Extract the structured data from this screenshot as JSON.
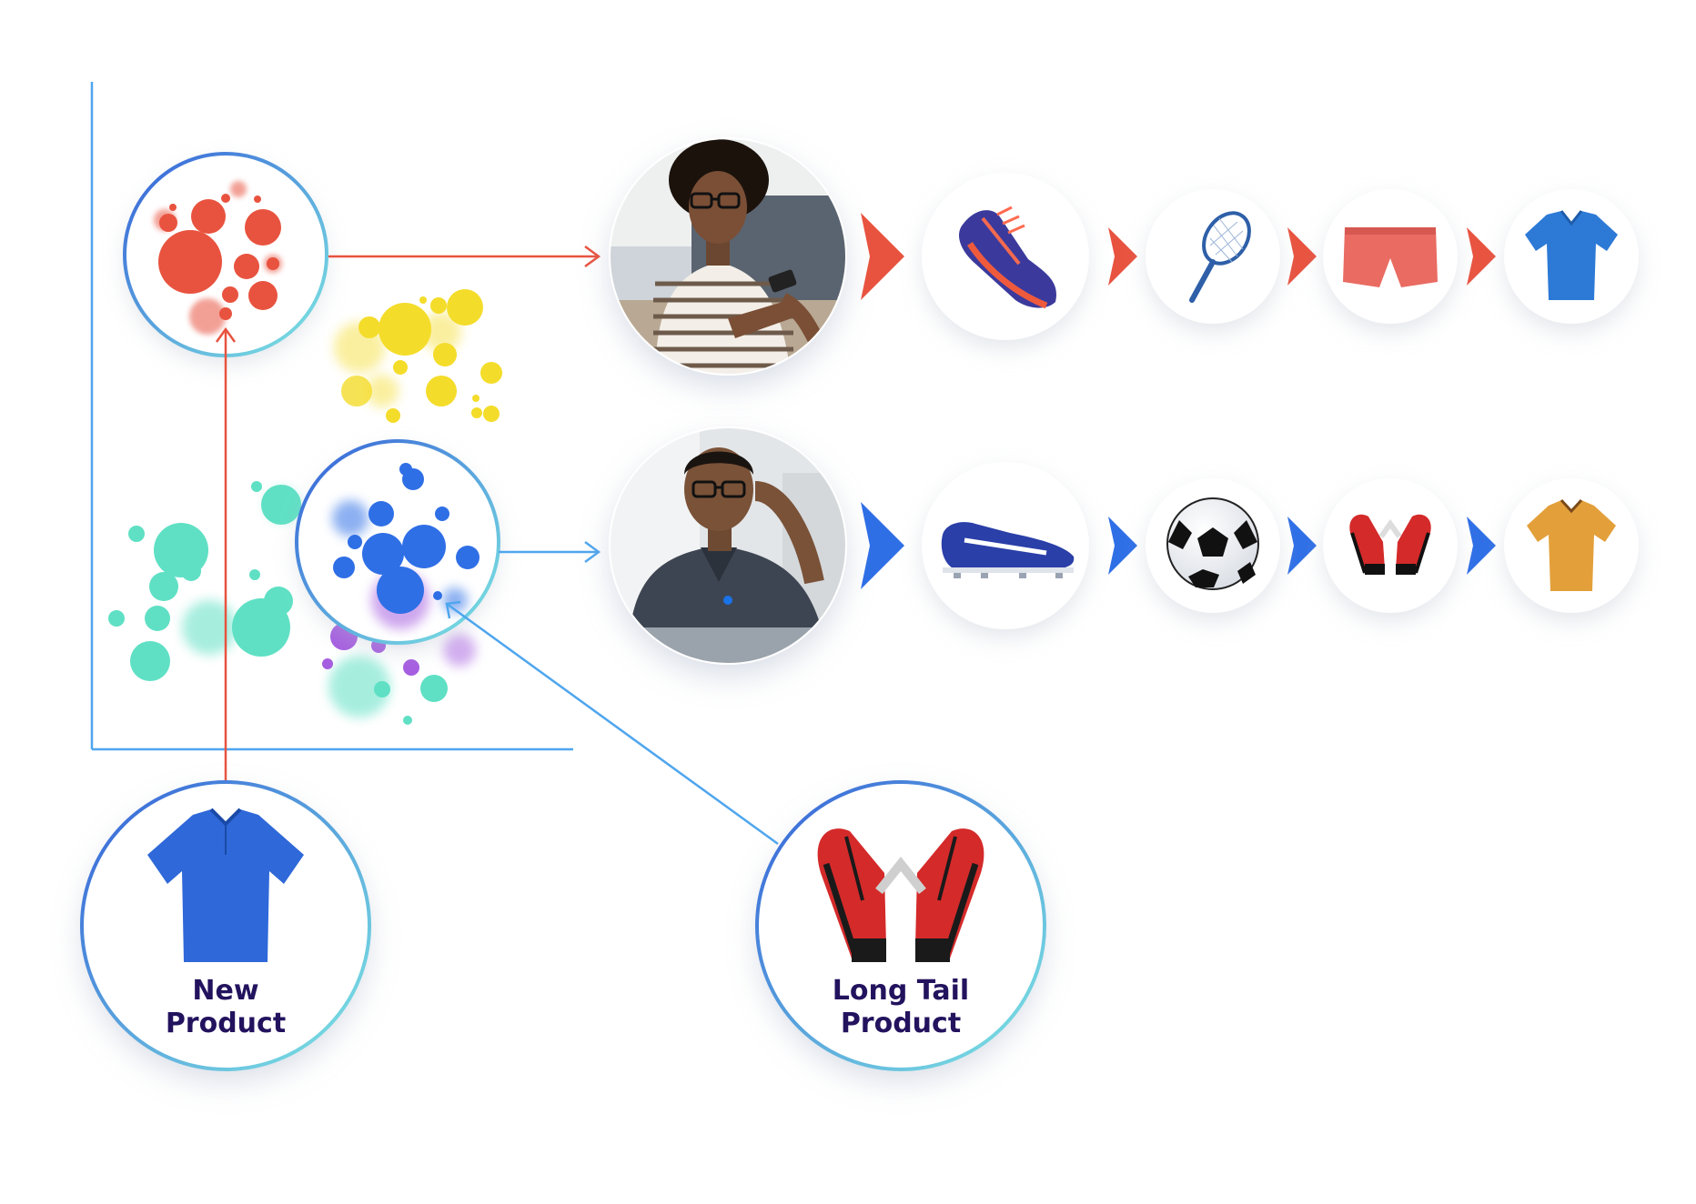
{
  "diagram": {
    "colors": {
      "axis": "#4fa6ee",
      "red": "#e8533f",
      "blue": "#2f6fe6",
      "yellow": "#f4dc2a",
      "teal": "#5fe0c4",
      "purple": "#a65ee0",
      "ring_start": "#3560d8",
      "ring_end": "#7ee8e2",
      "caption": "#23135e"
    },
    "new_product": {
      "line1": "New",
      "line2": "Product",
      "icon": "polo-shirt-blue-icon"
    },
    "long_tail_product": {
      "line1": "Long Tail",
      "line2": "Product",
      "icon": "goalkeeper-gloves-icon"
    },
    "rows": [
      {
        "segment": "red-cluster",
        "persona": "woman-with-phone",
        "items": [
          "running-shoe-icon",
          "tennis-racket-icon",
          "shorts-icon",
          "polo-shirt-icon"
        ]
      },
      {
        "segment": "blue-cluster",
        "persona": "man-with-laptop",
        "items": [
          "soccer-cleat-icon",
          "soccer-ball-icon",
          "goalkeeper-gloves-icon",
          "jersey-icon"
        ]
      }
    ]
  }
}
